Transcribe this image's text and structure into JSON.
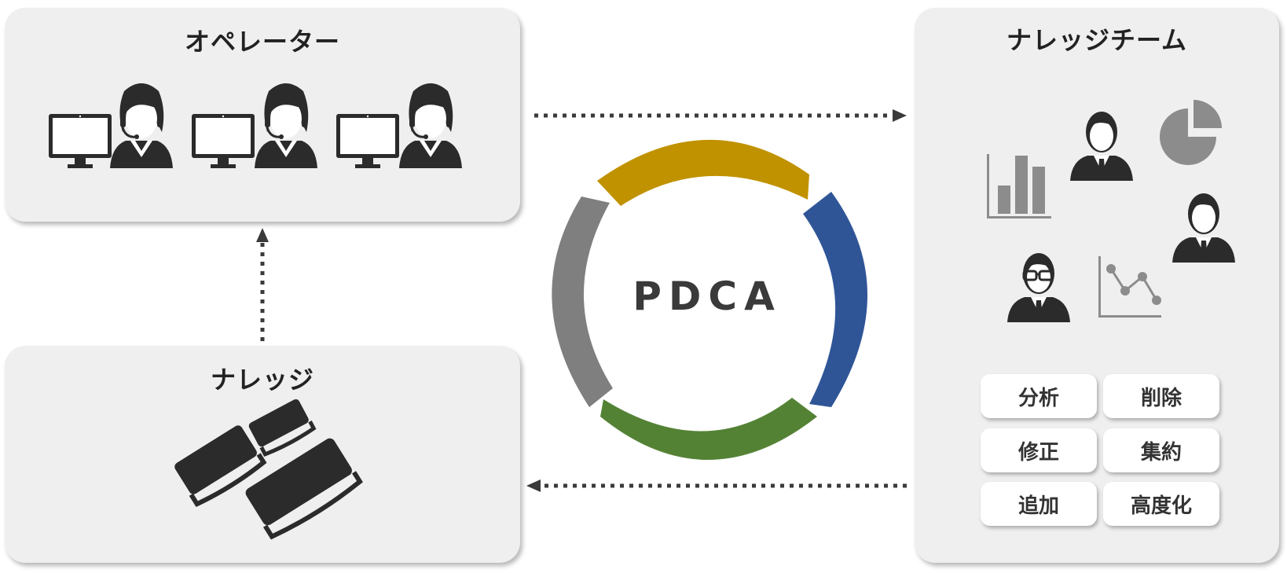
{
  "operators": {
    "title": "オペレーター"
  },
  "knowledge": {
    "title": "ナレッジ"
  },
  "team": {
    "title": "ナレッジチーム",
    "actions": [
      {
        "label": "分析"
      },
      {
        "label": "削除"
      },
      {
        "label": "修正"
      },
      {
        "label": "集約"
      },
      {
        "label": "追加"
      },
      {
        "label": "高度化"
      }
    ]
  },
  "cycle": {
    "label": "PDCA",
    "segment_colors": [
      "#c09200",
      "#2f5597",
      "#548235",
      "#7f7f7f"
    ]
  },
  "colors": {
    "panel": "#efefef",
    "icon": "#2b2b2b",
    "chart_icon": "#8c8c8c",
    "arrow": "#3a3a3a"
  },
  "icons": [
    "monitor-icon",
    "operator-headset-icon",
    "books-icon",
    "woman-icon",
    "man-icon",
    "man-glasses-icon",
    "bar-chart-icon",
    "pie-chart-icon",
    "line-chart-icon"
  ]
}
